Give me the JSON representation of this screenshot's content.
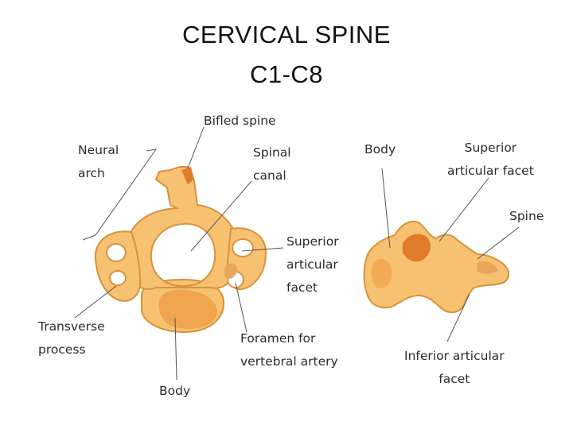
{
  "title": {
    "line1": "CERVICAL SPINE",
    "line2": "C1-C8"
  },
  "top_view": {
    "labels": {
      "bifid_spine": "Bifled spine",
      "neural_arch": "Neural\narch",
      "spinal_canal": "Spinal\ncanal",
      "superior_facet": "Superior\narticular\nfacet",
      "transverse_process": "Transverse\nprocess",
      "foramen": "Foramen for\nvertebral artery",
      "body": "Body"
    }
  },
  "side_view": {
    "labels": {
      "body": "Body",
      "superior_facet": "Superior\narticular facet",
      "spine": "Spine",
      "inferior_facet": "Inferior articular\nfacet"
    }
  },
  "colors": {
    "bone_fill": "#f6c272",
    "bone_outline": "#d9923a",
    "bone_dark": "#e07b2a",
    "leader_line": "#555555"
  }
}
